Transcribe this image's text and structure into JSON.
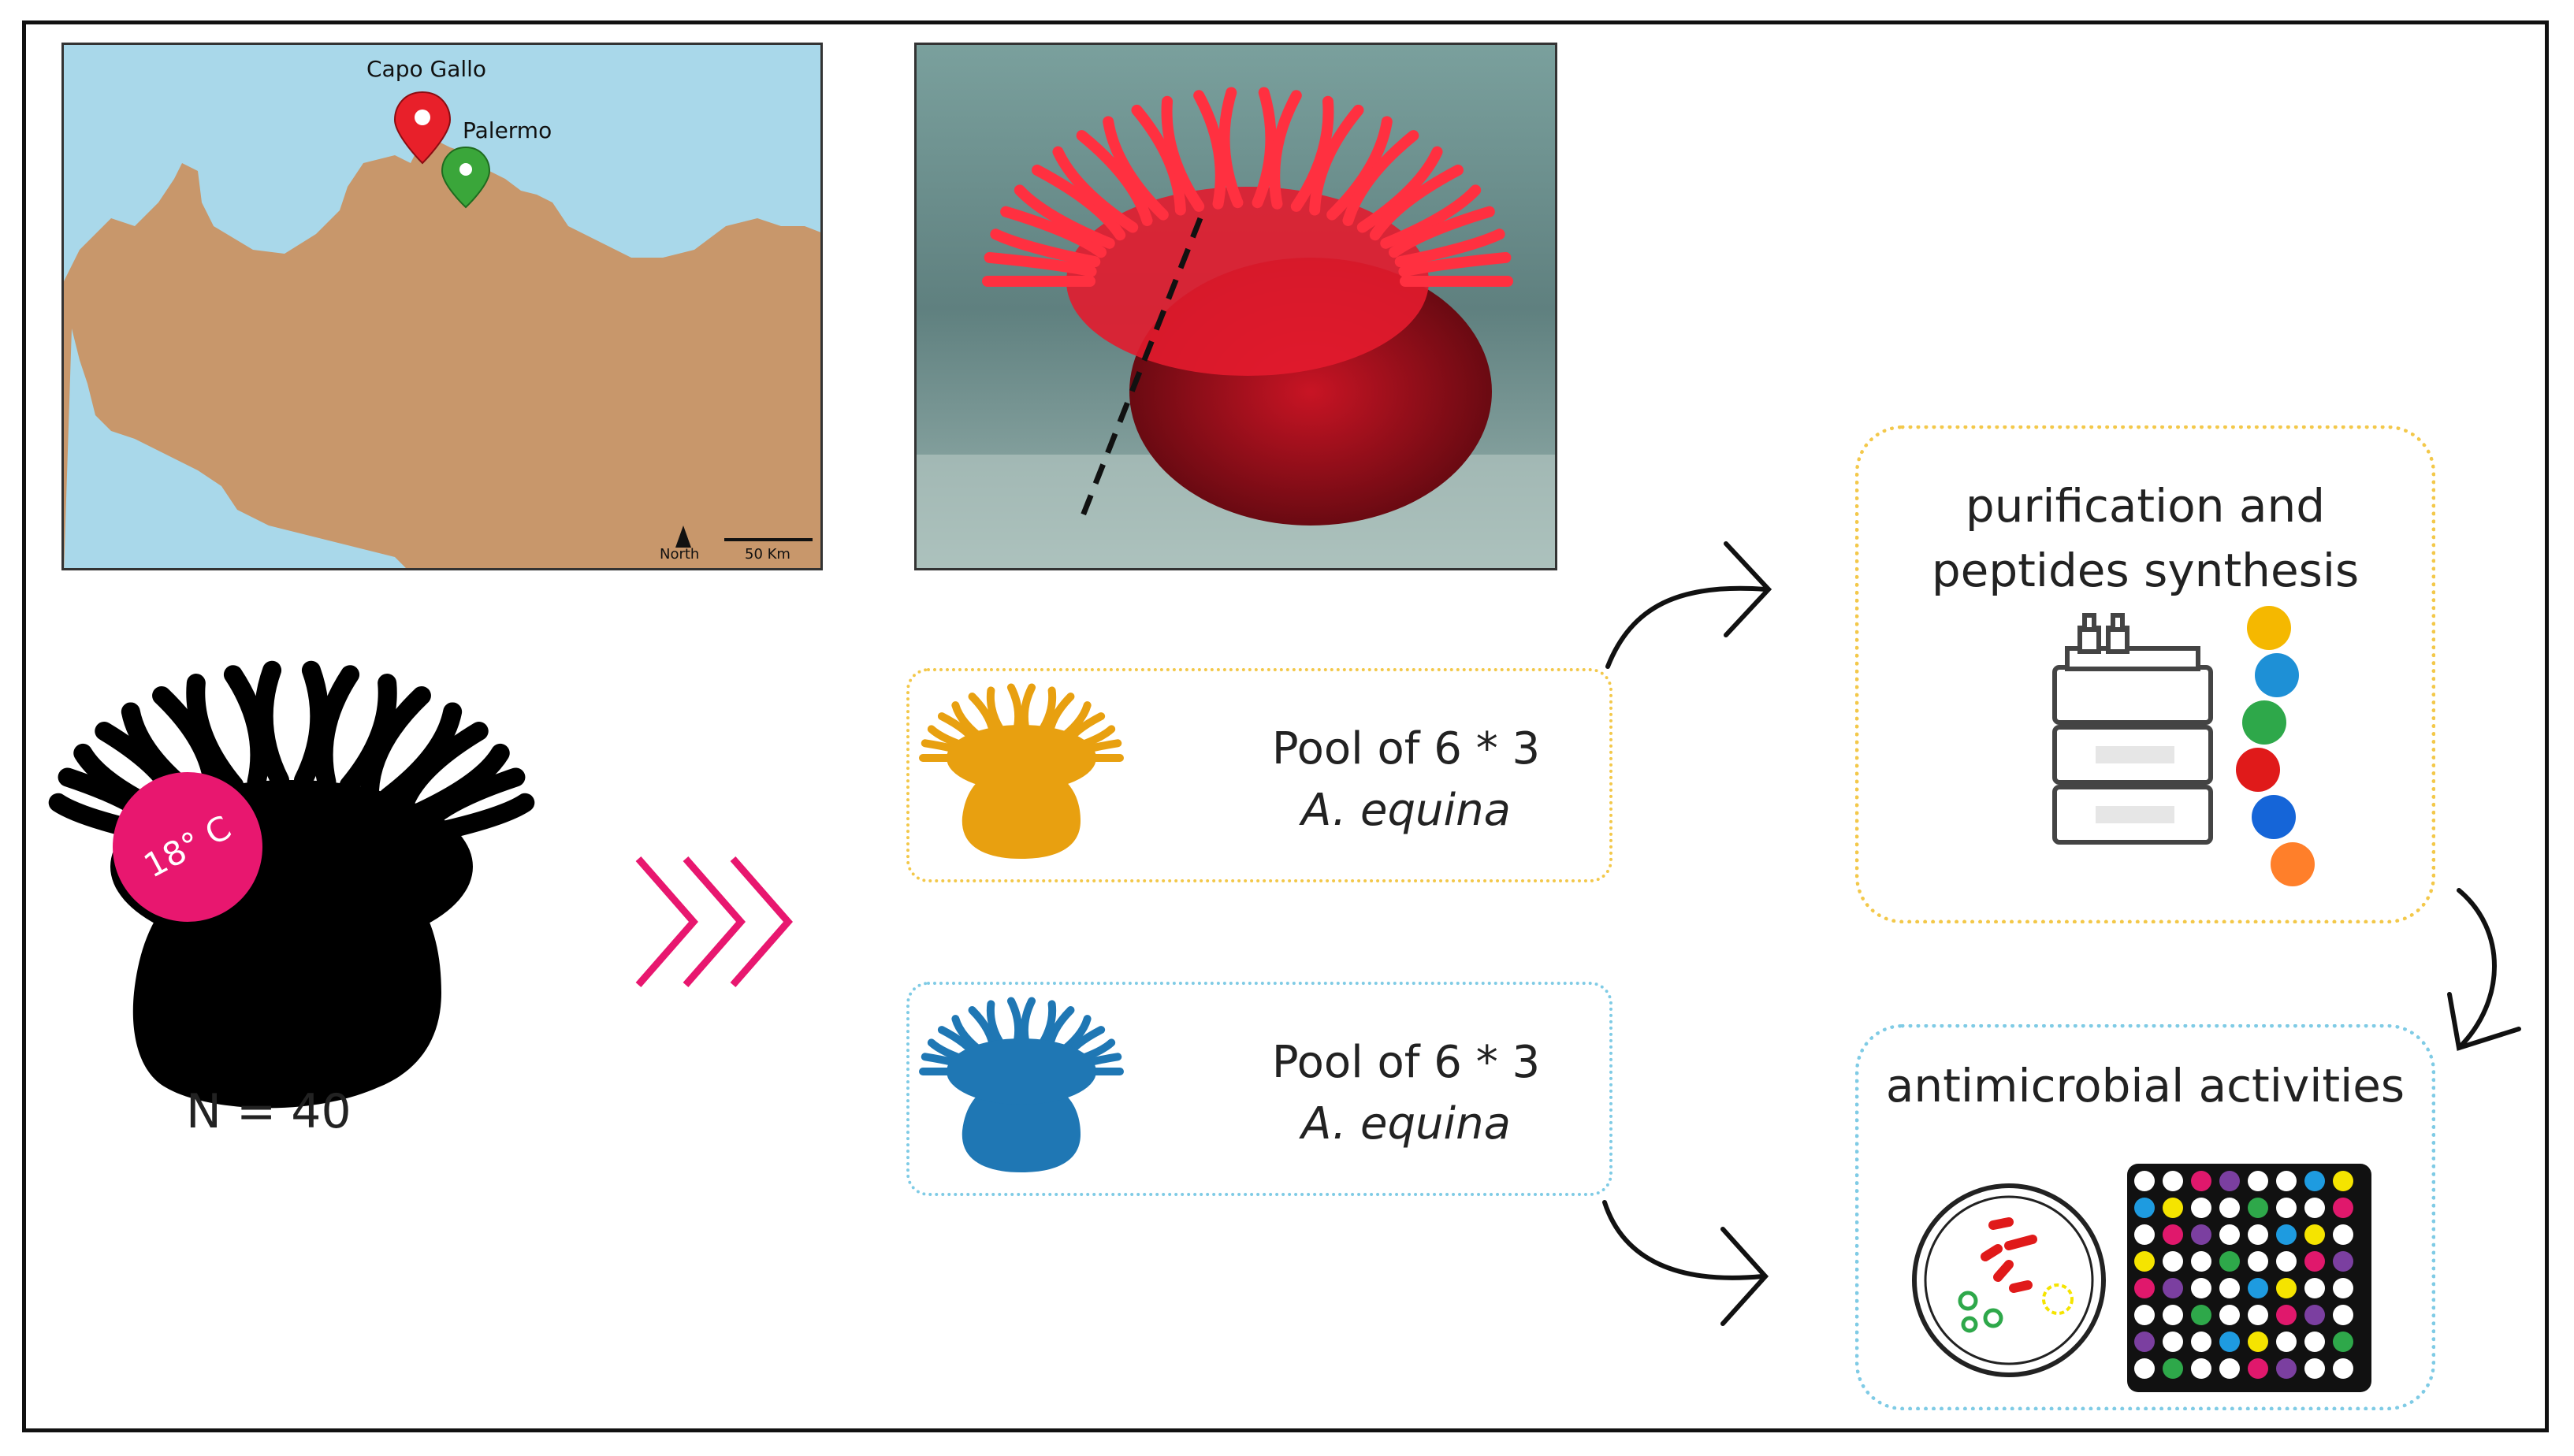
{
  "map": {
    "labels": [
      "Capo Gallo",
      "Palermo"
    ],
    "north_label": "North",
    "scale_label": "50 Km",
    "colors": {
      "sea": "#a9d8ea",
      "land": "#c8976b",
      "pin_red": "#e8202a",
      "pin_green": "#3aa63a"
    }
  },
  "photo": {
    "subject": "red sea anemone in tank",
    "colors": {
      "anemone": "#e31b2d",
      "water": "#6f8f8d"
    }
  },
  "anemone": {
    "temperature_label": "18° C",
    "count_label": "N = 40",
    "badge_color": "#e8176f"
  },
  "pools": [
    {
      "line1": "Pool of 6 * 3",
      "species": "A. equina",
      "color": "#e8a010",
      "border": "#f3c84a"
    },
    {
      "line1": "Pool of 6 * 3",
      "species": "A. equina",
      "color": "#1f77b4",
      "border": "#7fcbe5"
    }
  ],
  "results": [
    {
      "title_lines": [
        "purification and",
        "peptides synthesis"
      ],
      "border": "#f3c84a"
    },
    {
      "title_lines": [
        "antimicrobial activities"
      ],
      "border": "#7fcbe5"
    }
  ],
  "peptide_beads": [
    "#f5b800",
    "#1e90d6",
    "#2ea84a",
    "#e01a1a",
    "#1565d8",
    "#ff7f2a"
  ],
  "plate_colors": [
    "#f5e400",
    "#e0186c",
    "#1e9be0",
    "#2ea84a",
    "#7b3fa0",
    "#ffffff"
  ],
  "chevron_color": "#e8176f"
}
